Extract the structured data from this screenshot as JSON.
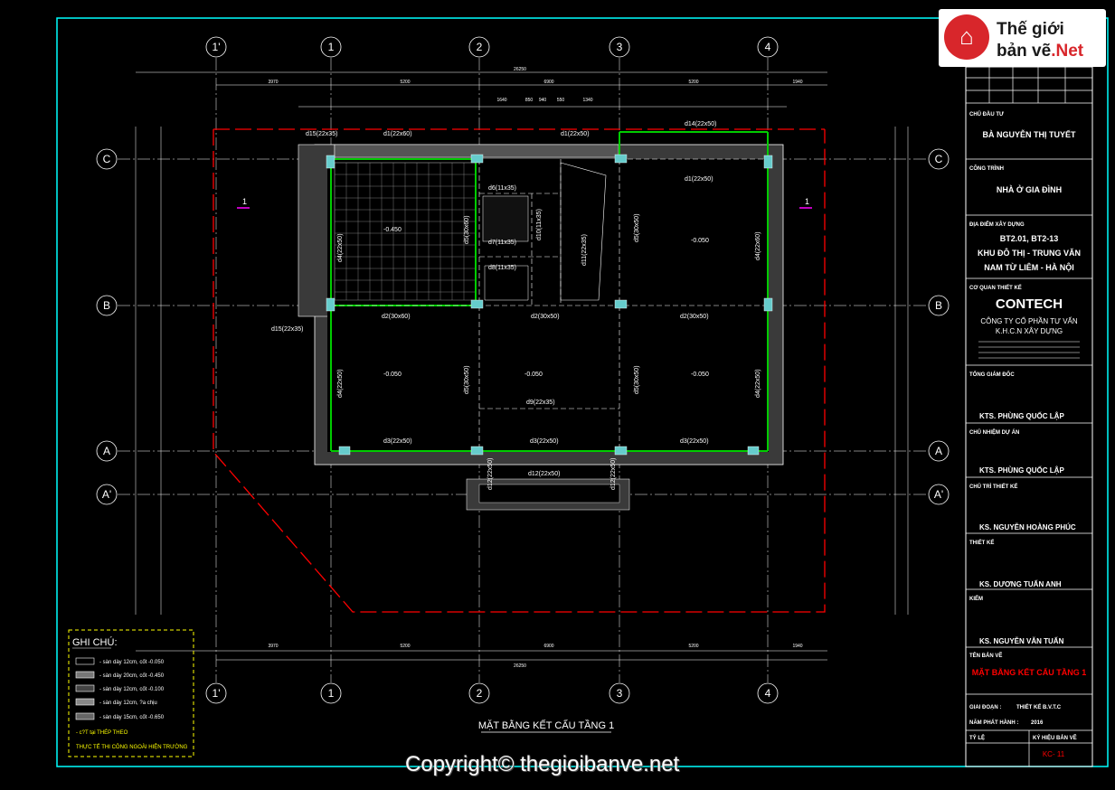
{
  "logo": {
    "line1": "Thế giới",
    "line2": "bản vẽ",
    "line2_suffix": ".Net"
  },
  "copyright": "Copyright© thegioibanve.net",
  "drawing_title": "MẶT BẰNG KẾT CẤU TẦNG 1",
  "grid": {
    "columns": [
      "1'",
      "1",
      "2",
      "3",
      "4"
    ],
    "rows": [
      "C",
      "B",
      "A",
      "A'"
    ]
  },
  "section_marks": [
    "1",
    "1"
  ],
  "dimensions": {
    "overall": "26250",
    "top_segments": [
      "3970",
      "5200",
      "6900",
      "5200",
      "1940"
    ],
    "center_split": [
      "1640",
      "850",
      "940",
      "550",
      "1340"
    ]
  },
  "beams": {
    "d15": "d15(22x35)",
    "d1a": "d1(22x60)",
    "d1b": "d1(22x50)",
    "d14": "d14(22x50)",
    "d6": "d6(11x35)",
    "d7": "d7(11x35)",
    "d8": "d8(11x35)",
    "d10": "d10(11x35)",
    "d11": "d11(22x35)",
    "d1c": "d1(22x50)",
    "d4a": "d4(22x50)",
    "d4b": "d4(22x60)",
    "d5a": "d5(30x60)",
    "d5b": "d5(30x50)",
    "d2a": "d2(30x60)",
    "d2b": "d2(30x50)",
    "d2c": "d2(30x50)",
    "d15b": "d15(22x35)",
    "d9": "d9(22x35)",
    "d3a": "d3(22x50)",
    "d3b": "d3(22x50)",
    "d3c": "d3(22x50)",
    "d12": "d12(22x50)",
    "d4c": "d4(22x50)",
    "d5c": "d5(30x50)",
    "d5d": "d5(30x50)",
    "d4d": "d4(22x50)",
    "d12a": "d12(22x50)",
    "d12b": "d12(22x50)"
  },
  "levels": {
    "l1": "-0.450",
    "l2": "-0.050",
    "l3": "-0.050",
    "l4": "-0.050",
    "l5": "-0.050"
  },
  "notes": {
    "title": "GHI CHÚ:",
    "items": [
      "- sàn dày 12cm, cốt -0.050",
      "- sàn dày 20cm, cốt -0.450",
      "- sàn dày 12cm, cốt -0.100",
      "- sàn dày 12cm, ?a chịu",
      "- sàn dày 15cm, cốt -0.650",
      "- c?T tại THÉP THEO",
      "THỰC TẾ THI CÔNG NGOÀI HIỆN TRƯỜNG"
    ]
  },
  "title_block": {
    "owner_label": "CHỦ ĐẦU TƯ",
    "owner": "BÀ NGUYỄN THỊ TUYẾT",
    "project_label": "CÔNG TRÌNH",
    "project": "NHÀ Ở GIA ĐÌNH",
    "location_label": "ĐỊA ĐIỂM XÂY DỰNG",
    "location1": "BT2.01, BT2-13",
    "location2": "KHU ĐÔ THỊ - TRUNG VĂN",
    "location3": "NAM TỪ LIÊM - HÀ NỘI",
    "agency_label": "CƠ QUAN THIẾT KẾ",
    "company_logo": "CONTECH",
    "company1": "CÔNG TY CỔ PHẦN TƯ VẤN",
    "company2": "K.H.C.N XÂY DỰNG",
    "director_label": "TỔNG GIÁM ĐỐC",
    "director": "KTS. PHÙNG QUỐC LẬP",
    "pm_label": "CHỦ NHIỆM DỰ ÁN",
    "pm": "KTS. PHÙNG QUỐC LẬP",
    "lead_label": "CHỦ TRÌ THIẾT KẾ",
    "lead": "KS. NGUYỄN HOÀNG PHÚC",
    "designer_label": "THIẾT KẾ",
    "designer": "KS. DƯƠNG TUẤN ANH",
    "checker_label": "KIỂM",
    "checker": "KS. NGUYỄN VĂN TUẤN",
    "sheet_label": "TÊN BẢN VẼ",
    "sheet_name": "MẶT BẰNG KẾT CẤU TẦNG 1",
    "phase_label": "GIAI ĐOẠN :",
    "phase": "THIẾT KẾ B.V.T.C",
    "year_label": "NĂM PHÁT HÀNH :",
    "year": "2016",
    "scale_label": "TỶ LỆ",
    "code_label": "KÝ HIỆU BẢN VẼ",
    "code": "KC- 11"
  },
  "colors": {
    "cyan": "#00ffff",
    "green": "#00cc00",
    "red": "#ff0000",
    "yellow": "#ffff00",
    "magenta": "#ff00ff"
  }
}
